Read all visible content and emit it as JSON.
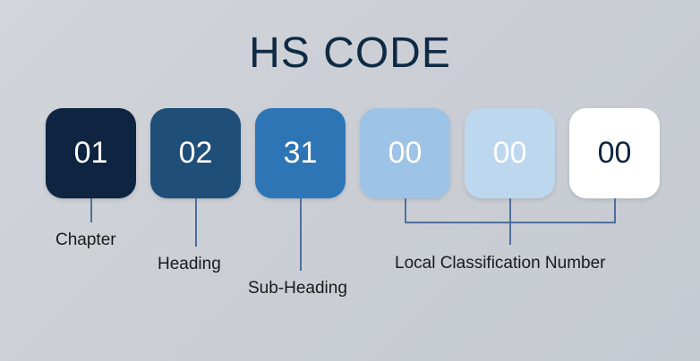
{
  "diagram": {
    "title": "HS CODE",
    "background_color": "#ccd0d5",
    "title_color": "#102a43",
    "connector_color": "#4f6f9b",
    "boxes": [
      {
        "value": "01",
        "fill": "#0f2440",
        "text_color": "#ffffff",
        "name": "code-box-chapter"
      },
      {
        "value": "02",
        "fill": "#1f4e79",
        "text_color": "#ffffff",
        "name": "code-box-heading"
      },
      {
        "value": "31",
        "fill": "#2e75b6",
        "text_color": "#ffffff",
        "name": "code-box-sub-heading"
      },
      {
        "value": "00",
        "fill": "#9dc3e6",
        "text_color": "#ffffff",
        "name": "code-box-local-1"
      },
      {
        "value": "00",
        "fill": "#bdd7ee",
        "text_color": "#ffffff",
        "name": "code-box-local-2"
      },
      {
        "value": "00",
        "fill": "#ffffff",
        "text_color": "#0f2440",
        "name": "code-box-local-3"
      }
    ],
    "labels": [
      {
        "text": "Chapter"
      },
      {
        "text": "Heading"
      },
      {
        "text": "Sub-Heading"
      },
      {
        "text": "Local Classification Number"
      }
    ]
  }
}
